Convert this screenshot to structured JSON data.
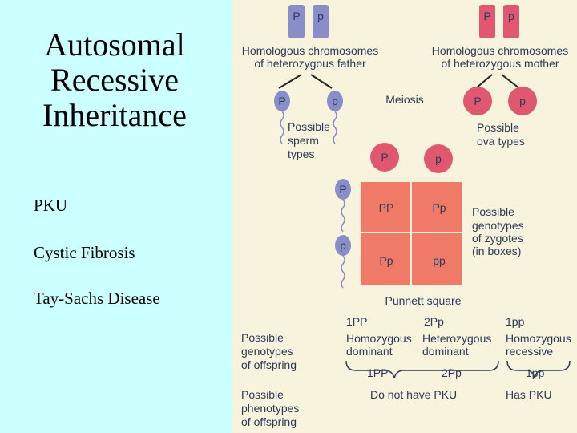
{
  "title": [
    "Autosomal",
    "Recessive",
    "Inheritance"
  ],
  "bullets": [
    "PKU",
    "Cystic Fibrosis",
    "Tay-Sachs Disease"
  ],
  "figure": {
    "father": {
      "chromosomes": [
        "P",
        "p"
      ],
      "label": [
        "Homologous chromosomes",
        "of heterozygous father"
      ],
      "color": "#8a8ec8"
    },
    "mother": {
      "chromosomes": [
        "P",
        "p"
      ],
      "label": [
        "Homologous chromosomes",
        "of heterozygous mother"
      ],
      "color": "#e05870"
    },
    "meiosis": "Meiosis",
    "sperm": {
      "alleles": [
        "P",
        "p"
      ],
      "label": [
        "Possible",
        "sperm",
        "types"
      ]
    },
    "ova": {
      "alleles": [
        "P",
        "p"
      ],
      "label": [
        "Possible",
        "ova types"
      ]
    },
    "punnett": {
      "top": [
        "P",
        "p"
      ],
      "side": [
        "P",
        "p"
      ],
      "cells": [
        [
          "PP",
          "Pp"
        ],
        [
          "Pp",
          "pp"
        ]
      ],
      "caption": "Punnett square",
      "genotype_label": [
        "Possible",
        "genotypes",
        "of zygotes",
        "(in boxes)"
      ],
      "color": "#f07a68"
    },
    "offspring": {
      "genotypes_label": [
        "Possible",
        "genotypes",
        "of offspring"
      ],
      "counts": [
        "1PP",
        "2Pp",
        "1pp"
      ],
      "types": [
        [
          "Homozygous",
          "dominant"
        ],
        [
          "Heterozygous",
          "dominant"
        ],
        [
          "Homozygous",
          "recessive"
        ]
      ],
      "phenotypes_label": [
        "Possible",
        "phenotypes",
        "of offspring"
      ],
      "brace_counts": [
        "1PP",
        "2Pp",
        "1pp"
      ],
      "phenotypes": [
        "Do not have PKU",
        "Has PKU"
      ]
    }
  }
}
